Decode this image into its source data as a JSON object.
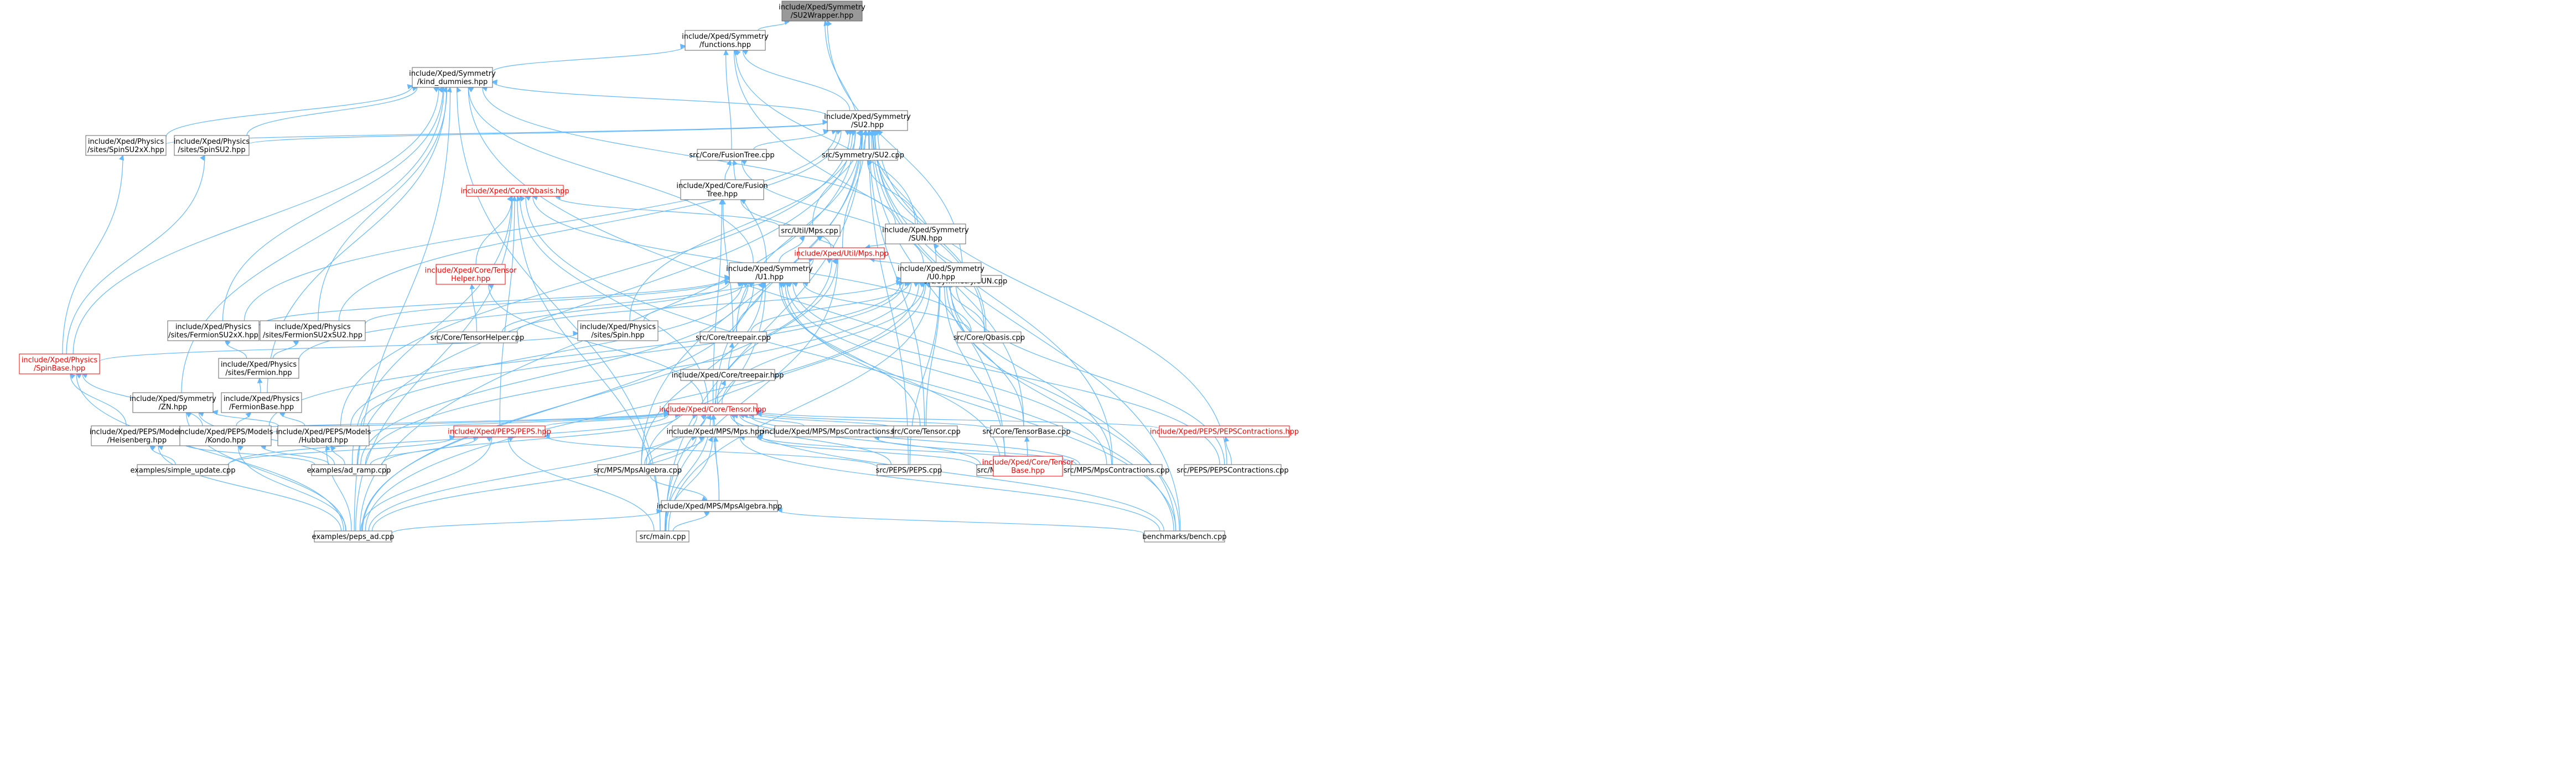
{
  "nodes": {
    "root": {
      "lines": [
        "include/Xped/Symmetry",
        "/SU2Wrapper.hpp"
      ]
    },
    "functions": {
      "lines": [
        "include/Xped/Symmetry",
        "/functions.hpp"
      ]
    },
    "kind_dummies": {
      "lines": [
        "include/Xped/Symmetry",
        "/kind_dummies.hpp"
      ]
    },
    "su2hpp": {
      "lines": [
        "include/Xped/Symmetry",
        "/SU2.hpp"
      ]
    },
    "spinsu2xx": {
      "lines": [
        "include/Xped/Physics",
        "/sites/SpinSU2xX.hpp"
      ]
    },
    "spinsu2": {
      "lines": [
        "include/Xped/Physics",
        "/sites/SpinSU2.hpp"
      ]
    },
    "fusiontree_cpp": {
      "lines": [
        "src/Core/FusionTree.cpp"
      ]
    },
    "fusiontree_hpp": {
      "lines": [
        "include/Xped/Core/Fusion",
        "Tree.hpp"
      ]
    },
    "su2cpp": {
      "lines": [
        "src/Symmetry/SU2.cpp"
      ]
    },
    "sunhpp": {
      "lines": [
        "include/Xped/Symmetry",
        "/SUN.hpp"
      ]
    },
    "suncpp": {
      "lines": [
        "src/Symmetry/SUN.cpp"
      ]
    },
    "qbasis_hpp": {
      "lines": [
        "include/Xped/Core/Qbasis.hpp"
      ]
    },
    "util_mps_cpp": {
      "lines": [
        "src/Util/Mps.cpp"
      ]
    },
    "util_mps_hpp": {
      "lines": [
        "include/Xped/Util/Mps.hpp"
      ]
    },
    "tensorhelper_hpp": {
      "lines": [
        "include/Xped/Core/Tensor",
        "Helper.hpp"
      ]
    },
    "u1hpp": {
      "lines": [
        "include/Xped/Symmetry",
        "/U1.hpp"
      ]
    },
    "u0hpp": {
      "lines": [
        "include/Xped/Symmetry",
        "/U0.hpp"
      ]
    },
    "fermionsu2xx": {
      "lines": [
        "include/Xped/Physics",
        "/sites/FermionSU2xX.hpp"
      ]
    },
    "fermionsu2xsu2": {
      "lines": [
        "include/Xped/Physics",
        "/sites/FermionSU2xSU2.hpp"
      ]
    },
    "tensorhelper_cpp": {
      "lines": [
        "src/Core/TensorHelper.cpp"
      ]
    },
    "spin_hpp": {
      "lines": [
        "include/Xped/Physics",
        "/sites/Spin.hpp"
      ]
    },
    "treepair_cpp": {
      "lines": [
        "src/Core/treepair.cpp"
      ]
    },
    "qbasis_cpp": {
      "lines": [
        "src/Core/Qbasis.cpp"
      ]
    },
    "spinbase": {
      "lines": [
        "include/Xped/Physics",
        "/SpinBase.hpp"
      ]
    },
    "fermion_hpp": {
      "lines": [
        "include/Xped/Physics",
        "/sites/Fermion.hpp"
      ]
    },
    "treepair_hpp": {
      "lines": [
        "include/Xped/Core/treepair.hpp"
      ]
    },
    "zn_hpp": {
      "lines": [
        "include/Xped/Symmetry",
        "/ZN.hpp"
      ]
    },
    "fermionbase": {
      "lines": [
        "include/Xped/Physics",
        "/FermionBase.hpp"
      ]
    },
    "tensor_hpp": {
      "lines": [
        "include/Xped/Core/Tensor.hpp"
      ]
    },
    "heisenberg": {
      "lines": [
        "include/Xped/PEPS/Models",
        "/Heisenberg.hpp"
      ]
    },
    "kondo": {
      "lines": [
        "include/Xped/PEPS/Models",
        "/Kondo.hpp"
      ]
    },
    "hubbard": {
      "lines": [
        "include/Xped/PEPS/Models",
        "/Hubbard.hpp"
      ]
    },
    "peps_hpp": {
      "lines": [
        "include/Xped/PEPS/PEPS.hpp"
      ]
    },
    "mps_hpp": {
      "lines": [
        "include/Xped/MPS/Mps.hpp"
      ]
    },
    "mpscontr_hpp": {
      "lines": [
        "include/Xped/MPS/MpsContractions.hpp"
      ]
    },
    "core_tensor_cpp": {
      "lines": [
        "src/Core/Tensor.cpp"
      ]
    },
    "tensorbase_cpp": {
      "lines": [
        "src/Core/TensorBase.cpp"
      ]
    },
    "pepscontr_hpp": {
      "lines": [
        "include/Xped/PEPS/PEPSContractions.hpp"
      ]
    },
    "simple_update": {
      "lines": [
        "examples/simple_update.cpp"
      ]
    },
    "ad_ramp": {
      "lines": [
        "examples/ad_ramp.cpp"
      ]
    },
    "mpsalgebra_cpp": {
      "lines": [
        "src/MPS/MpsAlgebra.cpp"
      ]
    },
    "peps_cpp": {
      "lines": [
        "src/PEPS/PEPS.cpp"
      ]
    },
    "mps_cpp": {
      "lines": [
        "src/MPS/Mps.cpp"
      ]
    },
    "tensorbase_hpp": {
      "lines": [
        "include/Xped/Core/Tensor",
        "Base.hpp"
      ]
    },
    "mpscontr_cpp": {
      "lines": [
        "src/MPS/MpsContractions.cpp"
      ]
    },
    "pepscontr_cpp": {
      "lines": [
        "src/PEPS/PEPSContractions.cpp"
      ]
    },
    "mpsalgebra_hpp": {
      "lines": [
        "include/Xped/MPS/MpsAlgebra.hpp"
      ]
    },
    "peps_ad": {
      "lines": [
        "examples/peps_ad.cpp"
      ]
    },
    "main_cpp": {
      "lines": [
        "src/main.cpp"
      ]
    },
    "bench": {
      "lines": [
        "benchmarks/bench.cpp"
      ]
    }
  }
}
